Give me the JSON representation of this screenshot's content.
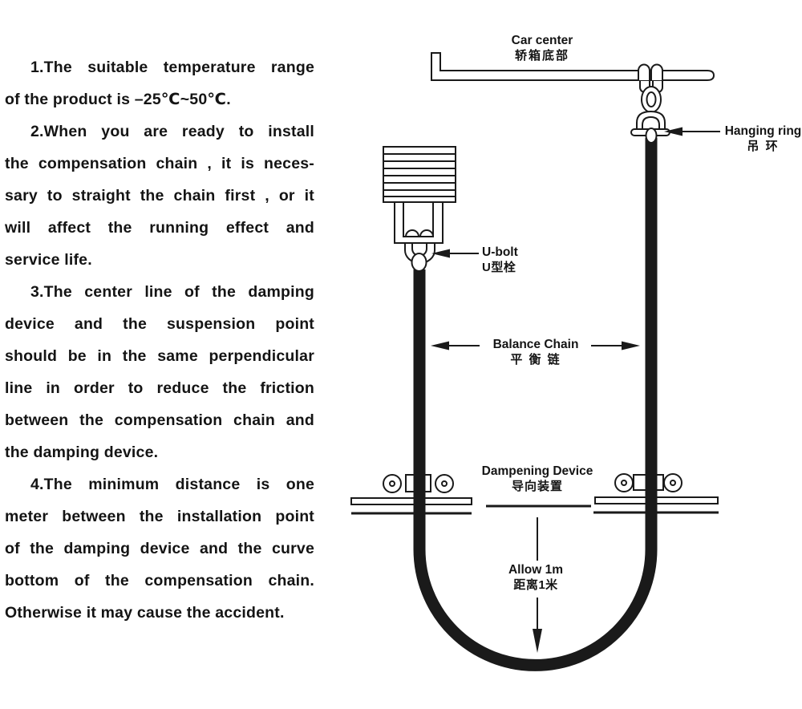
{
  "colors": {
    "ink": "#1a1a1a",
    "background": "#ffffff"
  },
  "instructions": {
    "paragraphs": [
      {
        "lines": [
          "1.The suitable temperature range",
          "of the product is –25℃~50℃."
        ]
      },
      {
        "lines": [
          "2.When you are ready to install",
          "the compensation chain , it is neces-",
          "sary to straight the chain first , or it",
          "will affect the running effect and",
          "service life."
        ]
      },
      {
        "lines": [
          "3.The center line of the damping",
          "device and the suspension point",
          "should be in the same perpendicular",
          "line in order to reduce the friction",
          "between the compensation chain and",
          "the damping device."
        ]
      },
      {
        "lines": [
          "4.The minimum distance is one",
          "meter between the installation point",
          "of the damping device and the curve",
          "bottom of the compensation chain.",
          "Otherwise it may cause the accident."
        ]
      }
    ]
  },
  "diagram": {
    "labels": {
      "car_center_en": "Car center",
      "car_center_zh": "轿箱底部",
      "hanging_ring_en": "Hanging ring",
      "hanging_ring_zh": "吊 环",
      "u_bolt_en": "U-bolt",
      "u_bolt_zh": "U型栓",
      "balance_chain_en": "Balance Chain",
      "balance_chain_zh": "平 衡 链",
      "dampening_device_en": "Dampening Device",
      "dampening_device_zh": "导向装置",
      "allow_en": "Allow 1m",
      "allow_zh": "距离1米"
    }
  }
}
